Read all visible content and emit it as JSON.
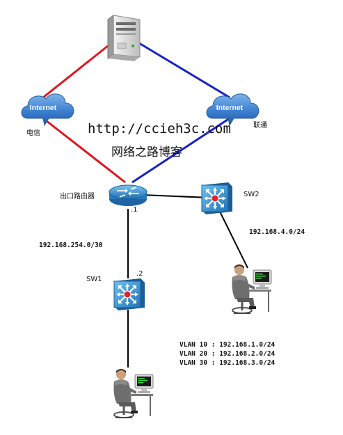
{
  "labels": {
    "isp_left": "电信",
    "isp_right": "联通",
    "router": "出口路由器",
    "sw1": "SW1",
    "sw2": "SW2",
    "router_ip_suffix": ".1",
    "sw1_ip_suffix": ".2",
    "link_router_sw1": "192.168.254.0/30",
    "link_sw2_pc": "192.168.4.0/24",
    "vlan10": "VLAN 10 : 192.168.1.0/24",
    "vlan20": "VLAN 20 : 192.168.2.0/24",
    "vlan30": "VLAN 30 : 192.168.3.0/24"
  },
  "clouds": {
    "left": "Internet",
    "right": "Internet"
  },
  "watermark": {
    "url": "http://ccieh3c.com",
    "title": "网络之路博客"
  },
  "colors": {
    "isp_left_link": "#e0161e",
    "isp_right_link": "#1822c8",
    "cloud_fill": "#3c7fd0",
    "switch_fill": "#2f8fd0",
    "router_fill": "#2a86c8",
    "link_black": "#000000"
  },
  "icons": {
    "server": "server-icon",
    "router": "router-icon",
    "switch": "layer3-switch-icon",
    "user": "user-workstation-icon",
    "cloud": "internet-cloud-icon"
  }
}
